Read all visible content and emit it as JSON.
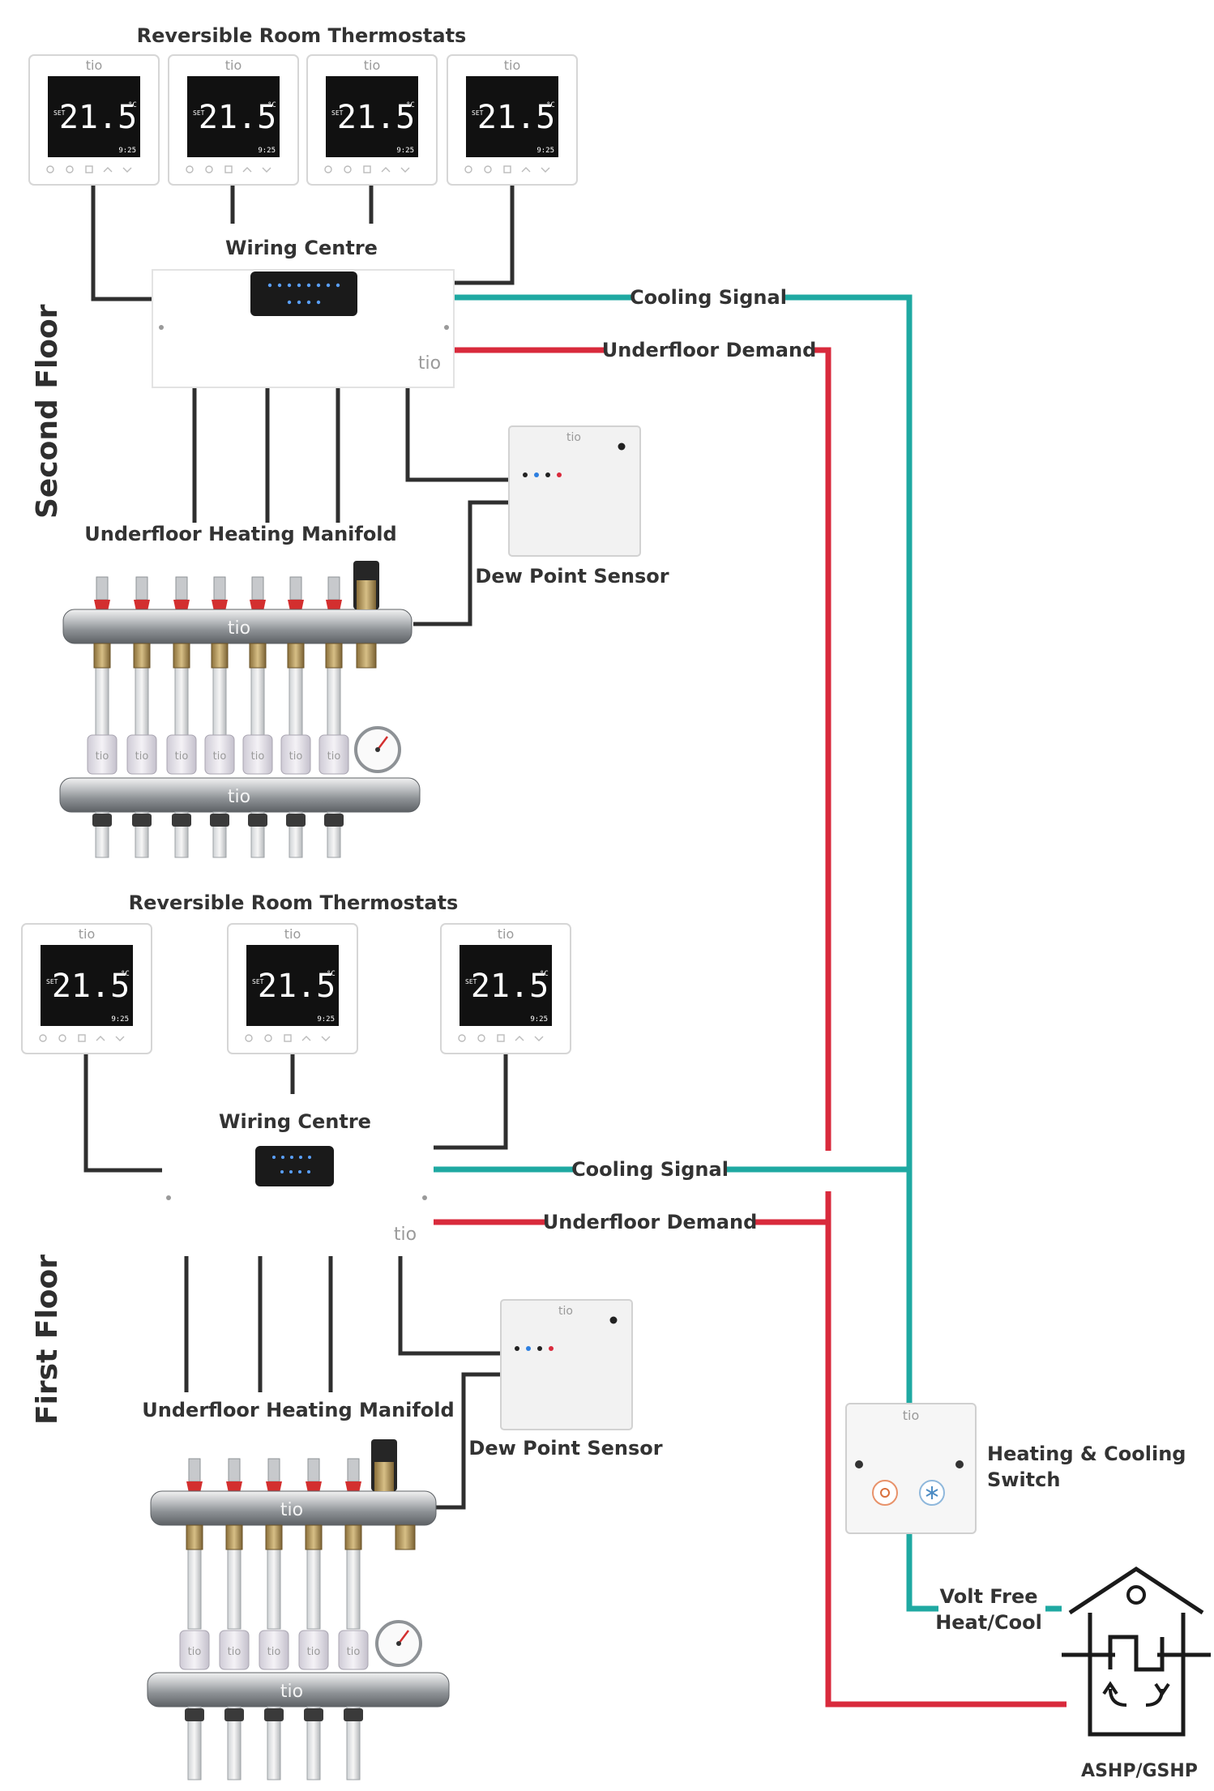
{
  "brand": "tio",
  "colors": {
    "cooling_signal": "#1fa9a2",
    "underfloor_demand": "#d92a3c",
    "wiring": "#2f2f2f"
  },
  "thermostat_display": {
    "set_label": "SET",
    "temperature": "21.5",
    "unit": "°C",
    "time": "9:25"
  },
  "second_floor": {
    "floor_label": "Second Floor",
    "thermostats_label": "Reversible Room Thermostats",
    "wiring_centre_label": "Wiring Centre",
    "manifold_label": "Underfloor Heating Manifold",
    "dew_point_label": "Dew Point Sensor",
    "cooling_signal_label": "Cooling Signal",
    "underfloor_demand_label": "Underfloor Demand"
  },
  "first_floor": {
    "floor_label": "First Floor",
    "thermostats_label": "Reversible Room Thermostats",
    "wiring_centre_label": "Wiring Centre",
    "manifold_label": "Underfloor Heating Manifold",
    "dew_point_label": "Dew Point Sensor",
    "cooling_signal_label": "Cooling Signal",
    "underfloor_demand_label": "Underfloor Demand"
  },
  "switch": {
    "label_line1": "Heating & Cooling",
    "label_line2": "Switch"
  },
  "volt_free": {
    "line1": "Volt Free",
    "line2": "Heat/Cool"
  },
  "heat_pump_label": "ASHP/GSHP"
}
